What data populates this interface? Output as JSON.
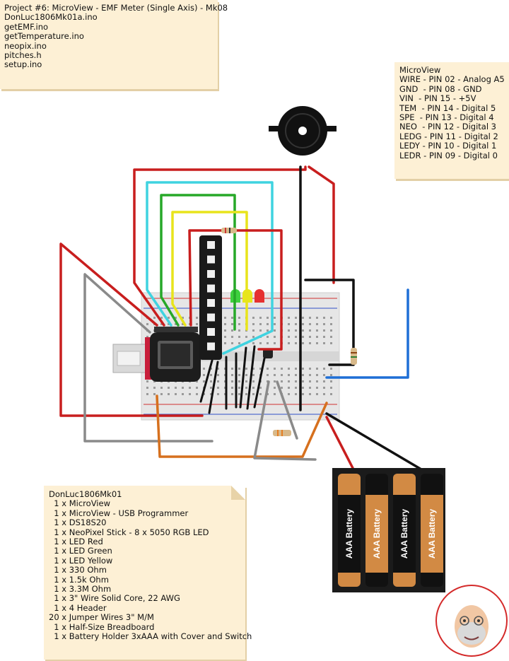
{
  "project_note": {
    "lines": [
      "Project #6: MicroView - EMF Meter (Single Axis) - Mk08",
      "",
      "DonLuc1806Mk01a.ino",
      "getEMF.ino",
      "getTemperature.ino",
      "neopix.ino",
      "pitches.h",
      "setup.ino"
    ]
  },
  "pins_note": {
    "lines": [
      "MicroView",
      "",
      "WIRE - PIN 02 - Analog A5",
      "GND  - PIN 08 - GND",
      "VIN  - PIN 15 - +5V",
      "TEM  - PIN 14 - Digital 5",
      "SPE  - PIN 13 - Digital 4",
      "NEO  - PIN 12 - Digital 3",
      "LEDG - PIN 11 - Digital 2",
      "LEDY - PIN 10 - Digital 1",
      "LEDR - PIN 09 - Digital 0"
    ]
  },
  "bom_note": {
    "lines": [
      "DonLuc1806Mk01",
      "",
      "  1 x MicroView",
      "  1 x MicroView - USB Programmer",
      "  1 x DS18S20",
      "  1 x NeoPixel Stick - 8 x 5050 RGB LED",
      "  1 x LED Red",
      "  1 x LED Green",
      "  1 x LED Yellow",
      "  1 x 330 Ohm",
      "  1 x 1.5k Ohm",
      "  1 x 3.3M Ohm",
      "  1 x 3\" Wire Solid Core, 22 AWG",
      "  1 x 4 Header",
      "20 x Jumper Wires 3\" M/M",
      "  1 x Half-Size Breadboard",
      "  1 x Battery Holder 3xAAA with Cover and Switch"
    ]
  },
  "battery": {
    "label": "AAA Battery"
  },
  "colors": {
    "note_bg": "#fdf0d5",
    "wire_red": "#c81e1e",
    "wire_cyan": "#3fd3e0",
    "wire_green": "#27a828",
    "wire_yellow": "#e8e41c",
    "wire_black": "#111111",
    "wire_grey": "#8a8a8a",
    "wire_orange": "#d6701e",
    "wire_blue": "#1e6fd6",
    "breadboard": "#e9e9e9"
  }
}
